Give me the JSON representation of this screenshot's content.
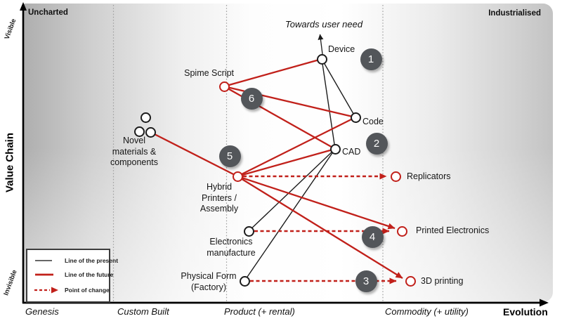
{
  "corners": {
    "top_left": "Uncharted",
    "top_right": "Industrialised"
  },
  "axes": {
    "y_title": "Value Chain",
    "y_top": "Visible",
    "y_bottom": "Invisible",
    "x_title": "Evolution",
    "stages": [
      "Genesis",
      "Custom Built",
      "Product (+ rental)",
      "Commodity (+ utility)"
    ]
  },
  "annotation": {
    "towards_user_need": "Towards user need"
  },
  "nodes": {
    "device": {
      "label": "Device"
    },
    "spime_script": {
      "label": "Spime Script"
    },
    "code": {
      "label": "Code"
    },
    "cad": {
      "label": "CAD"
    },
    "novel_materials": {
      "label": "Novel\nmaterials &\ncomponents"
    },
    "hybrid_printers": {
      "label": "Hybrid\nPrinters /\nAssembly"
    },
    "electronics_manufacture": {
      "label": "Electronics\nmanufacture"
    },
    "physical_form": {
      "label": "Physical Form\n(Factory)"
    },
    "replicators": {
      "label": "Replicators"
    },
    "printed_electronics": {
      "label": "Printed Electronics"
    },
    "printing_3d": {
      "label": "3D printing"
    }
  },
  "badges": {
    "b1": "1",
    "b2": "2",
    "b3": "3",
    "b4": "4",
    "b5": "5",
    "b6": "6"
  },
  "legend": {
    "items": [
      {
        "label": "Line of the present",
        "style": "present"
      },
      {
        "label": "Line of the future",
        "style": "future"
      },
      {
        "label": "Point of change",
        "style": "change"
      }
    ]
  },
  "colors": {
    "present_line": "#1c1c1c",
    "future_line": "#c1201a",
    "badge_fill": "#53565a"
  }
}
